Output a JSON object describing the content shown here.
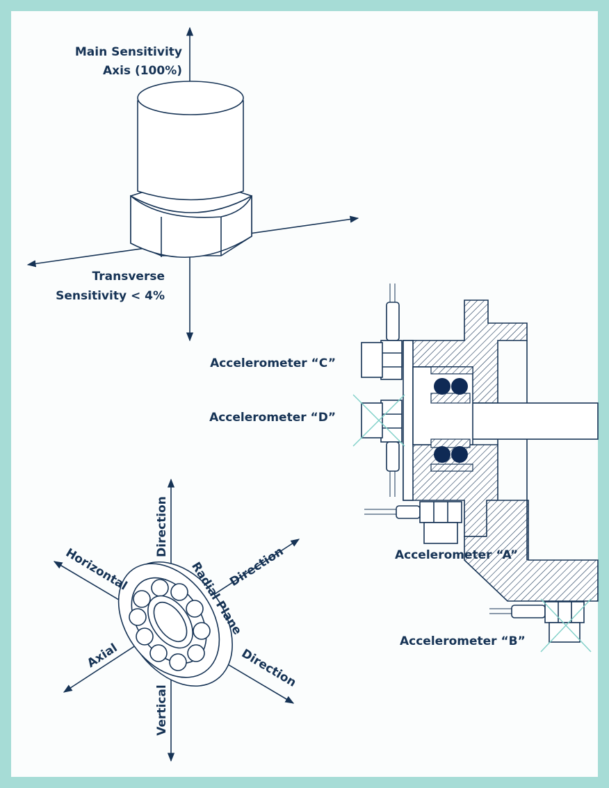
{
  "sensor": {
    "main_axis_line1": "Main Sensitivity",
    "main_axis_line2": "Axis (100%)",
    "transverse_line1": "Transverse",
    "transverse_line2": "Sensitivity < 4%"
  },
  "accelerometers": {
    "c": "Accelerometer “C”",
    "d": "Accelerometer “D”",
    "a": "Accelerometer “A”",
    "b": "Accelerometer “B”"
  },
  "bearing": {
    "direction_top": "Direction",
    "horizontal": "Horizontal",
    "radial": "Radial Plane",
    "direction_right_upper": "Direction",
    "axial": "Axial",
    "direction_right_lower": "Direction",
    "vertical": "Vertical"
  },
  "colors": {
    "border": "#a6dcd6",
    "ink": "#163355",
    "ball": "#0f2a55",
    "marker": "#7fd0c8"
  }
}
